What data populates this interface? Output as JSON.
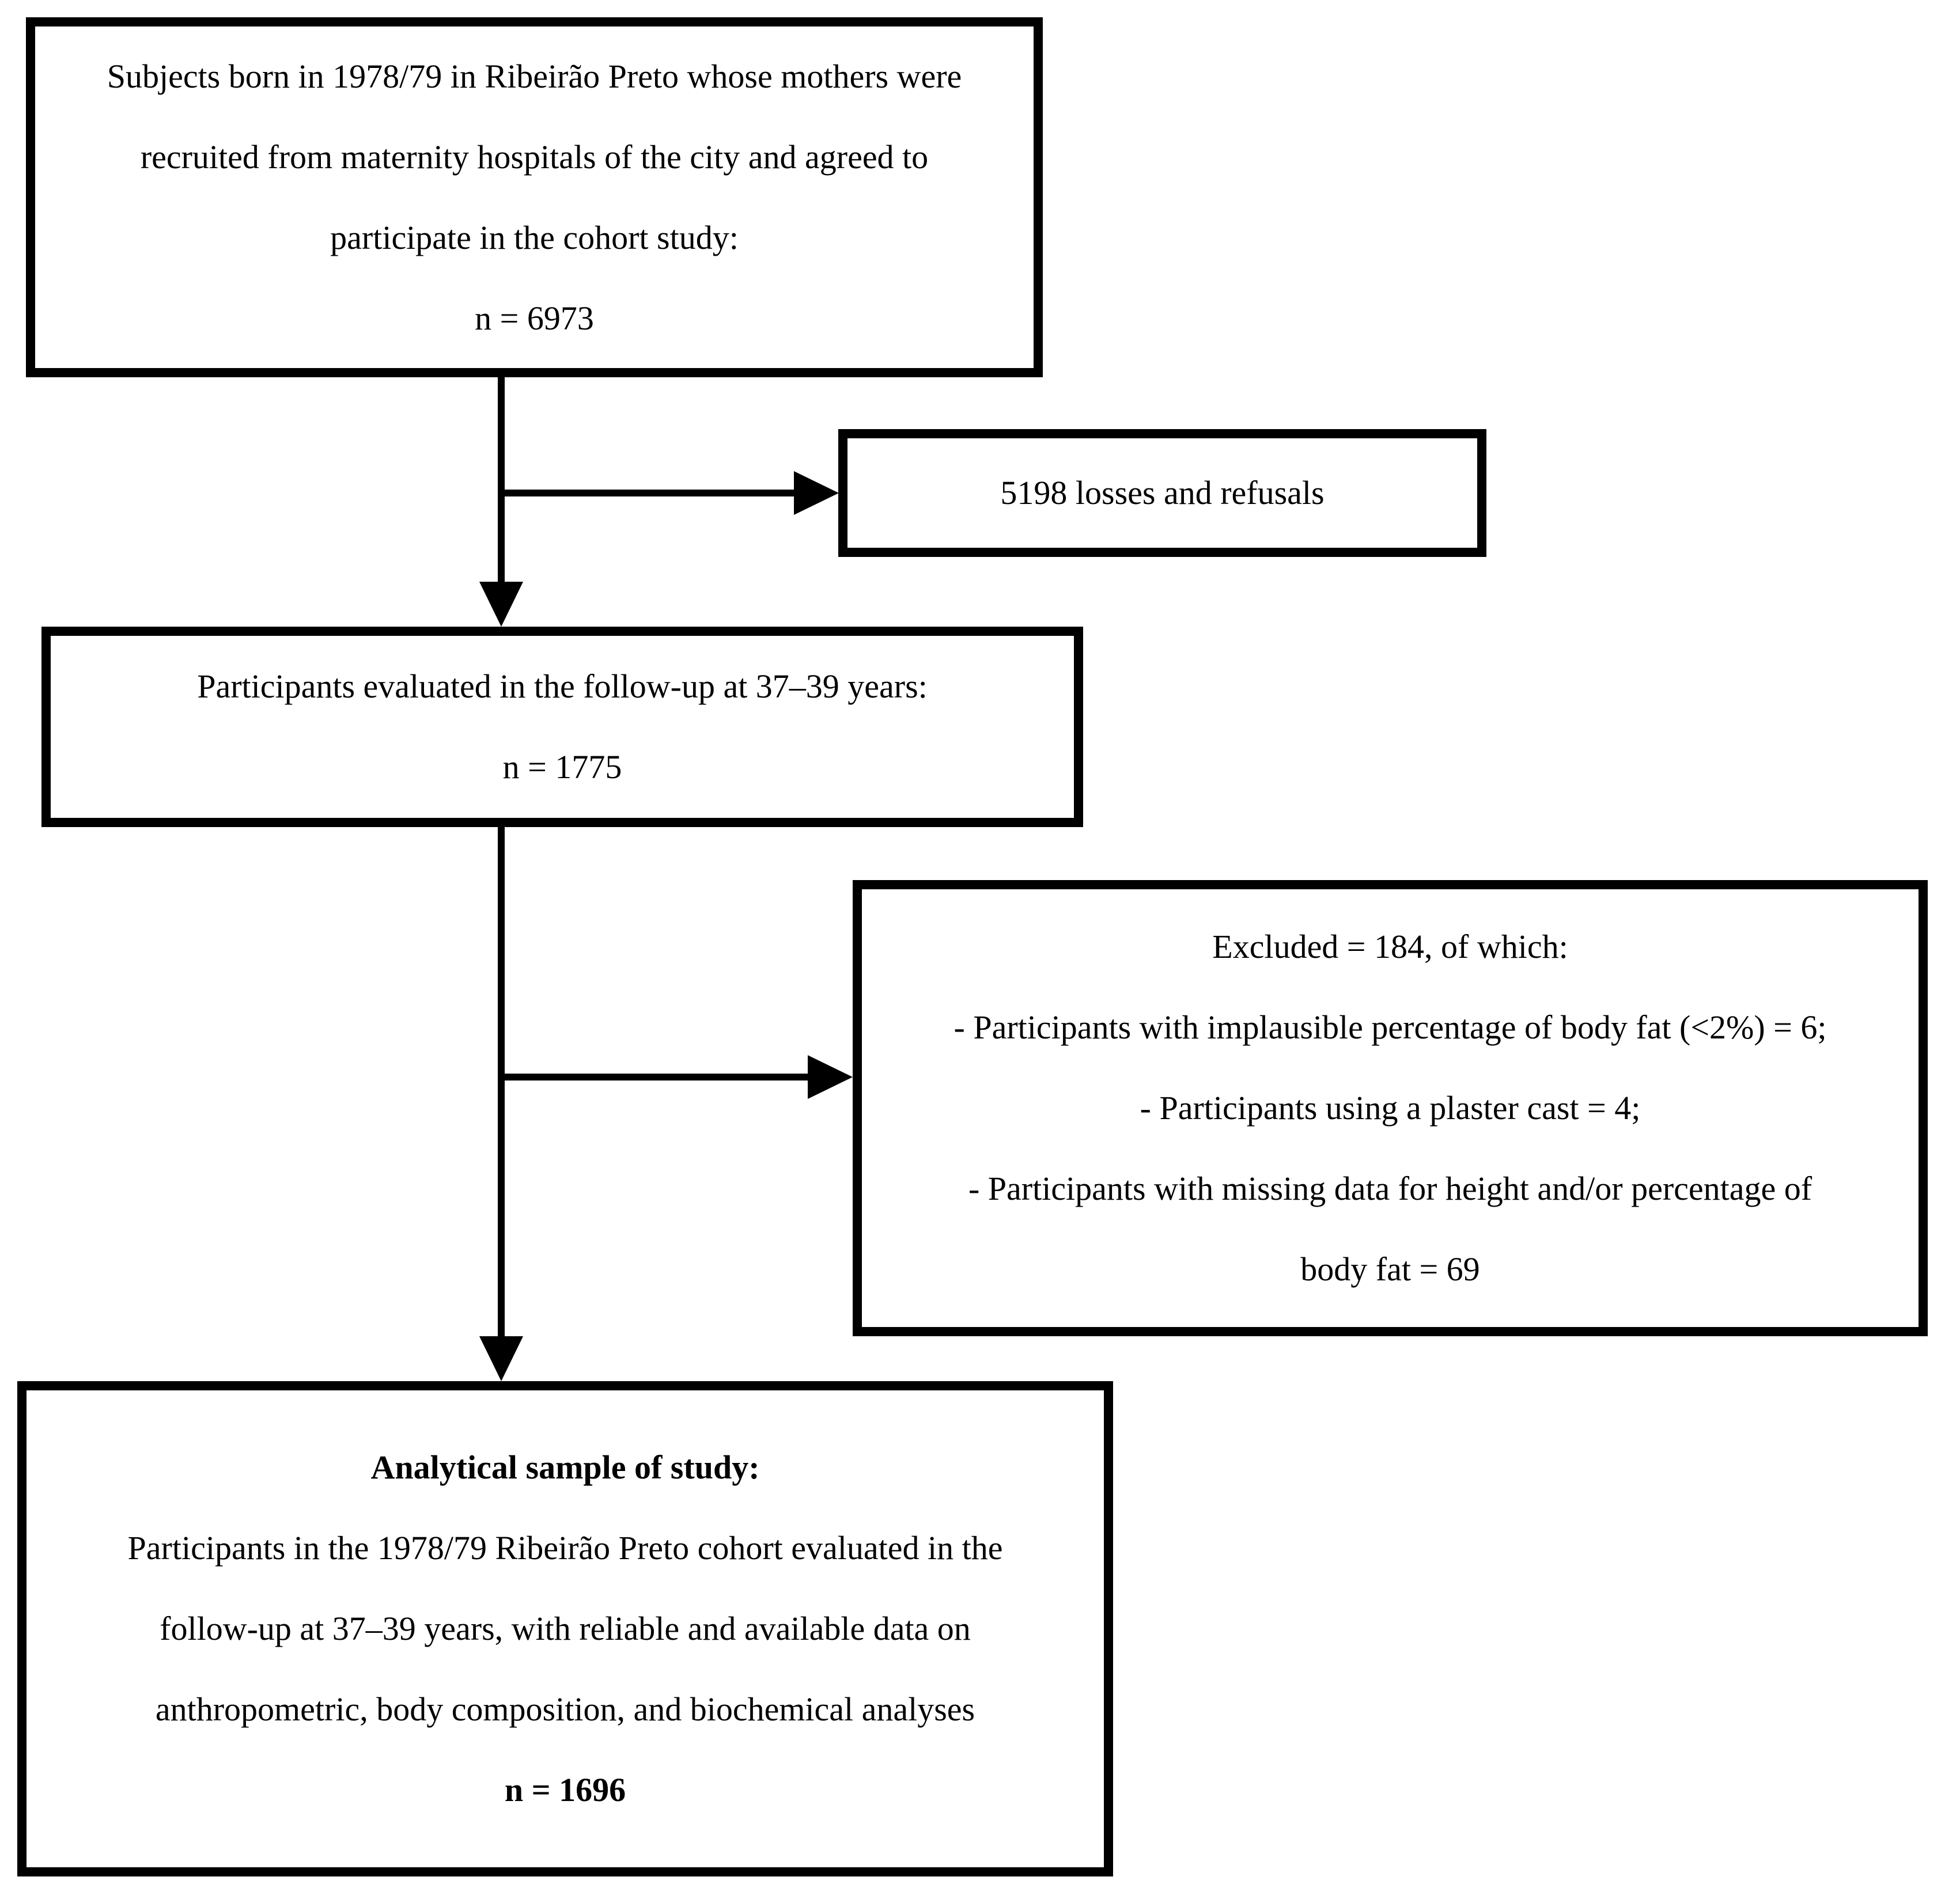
{
  "page": {
    "background_color": "#ffffff",
    "ink_color": "#000000"
  },
  "flowchart": {
    "enrollment_box": {
      "lines": [
        "Subjects born in 1978/79 in Ribeirão Preto whose mothers were",
        "recruited from maternity hospitals of the city and agreed to",
        "participate in the cohort study:",
        "n = 6973"
      ]
    },
    "losses_box": {
      "label": "5198 losses and refusals"
    },
    "followup_box": {
      "lines": [
        "Participants evaluated in the follow-up at 37–39 years:",
        "n = 1775"
      ]
    },
    "excluded_box": {
      "heading": "Excluded = 184, of which:",
      "lines": [
        "- Participants with implausible percentage of body fat (<2%) = 6;",
        "- Participants using a plaster cast = 4;",
        "- Participants with missing data for height and/or percentage of",
        "body fat = 69"
      ]
    },
    "analytical_box": {
      "title": "Analytical sample of study:",
      "lines": [
        "Participants in the 1978/79 Ribeirão Preto cohort evaluated in the",
        "follow-up at 37–39 years, with reliable and available data on",
        "anthropometric, body composition, and biochemical analyses"
      ],
      "n_label": "n = 1696"
    }
  }
}
